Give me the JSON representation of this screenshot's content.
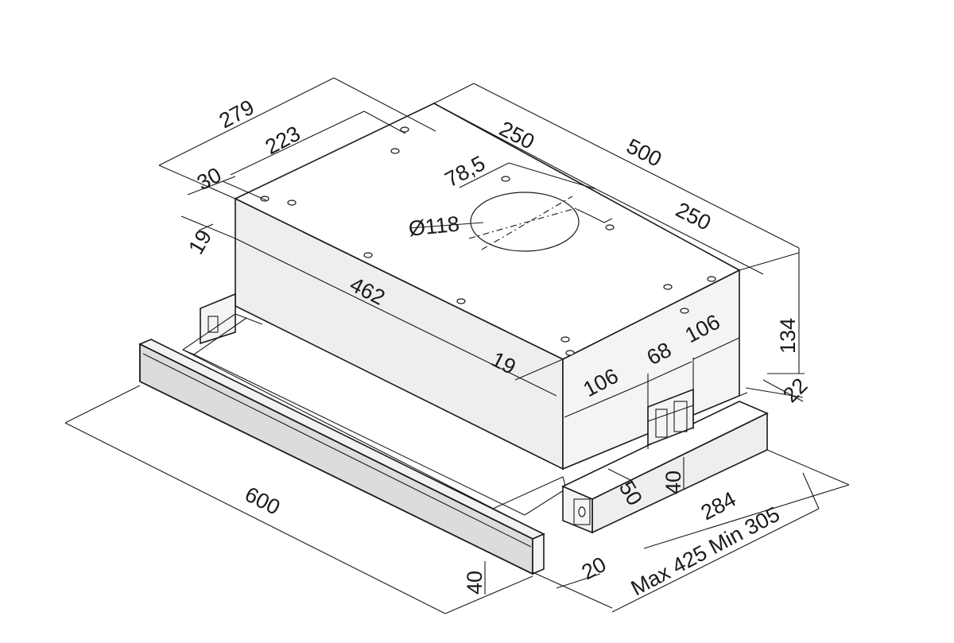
{
  "colors": {
    "line": "#1a1a1a",
    "background": "#ffffff",
    "panel": "#dcdcdc"
  },
  "dimensions": {
    "d279": "279",
    "d223": "223",
    "d30": "30",
    "d19_left": "19",
    "d462": "462",
    "d19_front": "19",
    "d250_top": "250",
    "d500": "500",
    "d78_5": "78,5",
    "d118": "Ø118",
    "d250_right": "250",
    "d134": "134",
    "d106_left": "106",
    "d68": "68",
    "d106_right": "106",
    "d22": "22",
    "d50": "50",
    "d40_right": "40",
    "d284": "284",
    "d_max_min": "Max 425 Min 305",
    "d600": "600",
    "d40_front": "40",
    "d20": "20"
  }
}
